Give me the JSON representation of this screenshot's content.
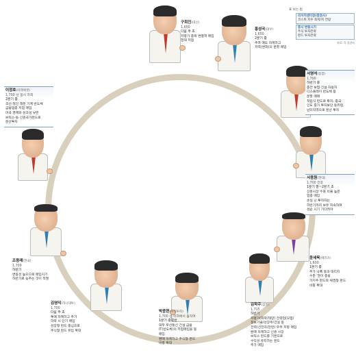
{
  "legend": {
    "header": "표 보는 법",
    "line1": "리서치센터장(증권사)",
    "line2": "코스피 지수 최저/지 전망",
    "line3": "증시 변동시기",
    "line4": "주식 투자전략",
    "line5": "펀드 투자전략",
    "source": "자료: 각 증권사"
  },
  "people": [
    {
      "key": "koo",
      "name": "구희진",
      "org": "대신",
      "value": "1,650",
      "term": "다음 주 초",
      "desc": "저평가 종목 변별적 매입\n현재 저점",
      "tie": "#c0392b"
    },
    {
      "key": "hong",
      "name": "홍성국",
      "org": "대우",
      "value": "1,650",
      "term": "2분기 중",
      "desc": "추격 매도 자제하고\n저력(변화)의 분할 매입",
      "tie": "#2f7fb0"
    },
    {
      "key": "seo1",
      "name": "서영석",
      "org": "동양",
      "value": "1,700",
      "term": "하반기 중",
      "desc": "종전 보험·건설·자동차\n디스플레이 반도체 등\n분할 매매\n적립식 펀드로 투자, 중국·\n인도 증가 투자보단 동유럽,\n남미지역으로 분산 투자",
      "tie": "#c0392b"
    },
    {
      "key": "lee",
      "name": "이정호",
      "org": "미래에셋",
      "value": "1,700 선 일시 하회",
      "term": "2분기 중",
      "desc": "조선·철강 해운 기계 반도체\n금융업종 저점 매입\n미국 경제와 성과성 낮은\n브릭스·동 신흥국가펀드로\n분산투자",
      "tie": "#c0392b"
    },
    {
      "key": "seo2",
      "name": "서용원",
      "org": "현대",
      "value": "1,700 전후",
      "term": "1분기 말~2분기 초",
      "desc": "신흥시장 수출 비율 높은\n업종 매입\n손실 난 투자자는\n하반기까지 보유 지속하며\n성순 시기 기다려야",
      "tie": "#2f7fb0"
    },
    {
      "key": "cho",
      "name": "조용래",
      "org": "한국",
      "value": "1,700",
      "term": "하반기",
      "desc": "변동성 높으므로 매입시기\n하반기로 늦추는 것이 적절",
      "tie": "#2f7fb0"
    },
    {
      "key": "yoon",
      "name": "윤세욱",
      "org": "메리츠",
      "value": "1,600",
      "term": "1분기 중",
      "desc": "추가 낙폭 등과 대리지\n수준 '권이 종용\n가치주 펀드와 채권형 펀드\n비중 확대",
      "tie": "#7b3f9e"
    },
    {
      "key": "kim",
      "name": "김영익",
      "org": "하나대투",
      "value": "1,700",
      "term": "다음 주 초",
      "desc": "투매 자제하고 추가\n하락 시 단기 매입\n성장형 펀드 중심으로\n주식형 펀드 유입 확대",
      "tie": "#2f7fb0"
    },
    {
      "key": "park",
      "name": "박종현",
      "org": "우리투자",
      "value": "1,700 선 이하에서 움직여",
      "term": "1분기 중후반",
      "desc": "대우 우선통신 건설 금융\nIT(반도체)의 저점매입을 등\n매입\n환매 자제하고 주식형 펀드\n비중 확대",
      "tie": "#2f7fb0"
    },
    {
      "key": "kang",
      "name": "김학주",
      "org": "삼성",
      "value": "1,715",
      "term": "하반기",
      "desc": "저평가(화학/태양) 전략업(모험/\n정보기술/성장주/건설 등\n전력(선전자/관련) 우주 저평 매입\n환매 자제하고 신흥 시장\n브릭스 펀드를 기본으로\n수익성 유지하는 펀드\n추가 매입",
      "tie": "#2f7fb0"
    }
  ]
}
